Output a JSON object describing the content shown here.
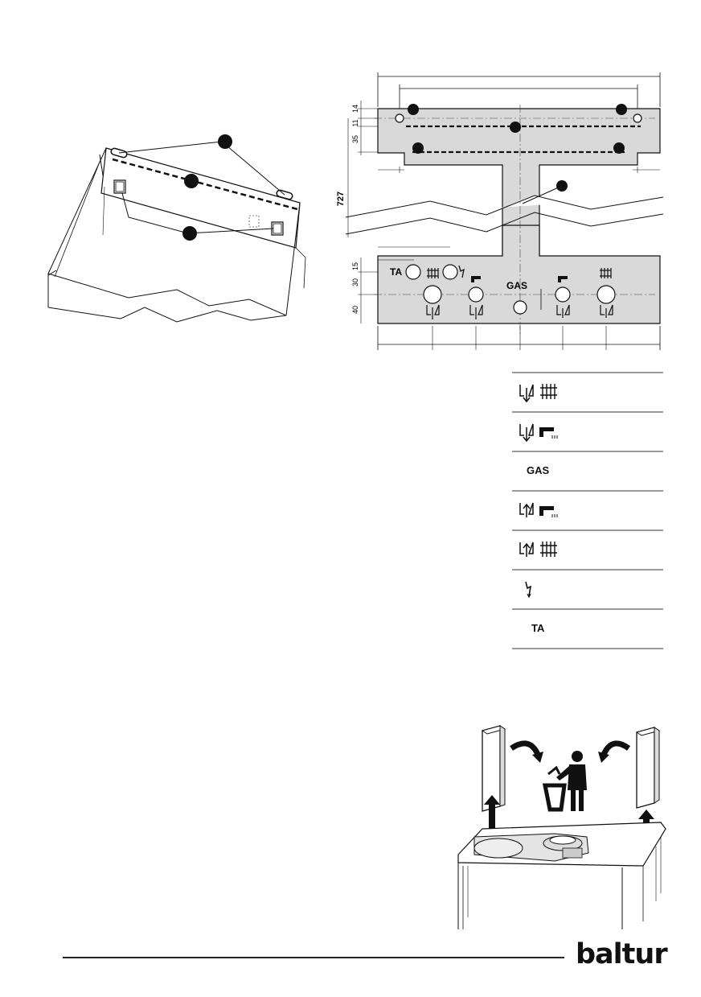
{
  "plate": {
    "dim_14": "14",
    "dim_11": "11",
    "dim_35": "35",
    "dim_727": "727",
    "dim_30": "30",
    "dim_15": "15",
    "dim_40": "40",
    "label_ta": "TA",
    "label_gas": "GAS"
  },
  "legend": {
    "rows": [
      {
        "icon": "heating-outlet",
        "text": ""
      },
      {
        "icon": "dhw-outlet",
        "text": ""
      },
      {
        "icon": "gas",
        "text": "GAS"
      },
      {
        "icon": "dhw-inlet",
        "text": ""
      },
      {
        "icon": "heating-return",
        "text": ""
      },
      {
        "icon": "electrical",
        "text": ""
      },
      {
        "icon": "room-thermostat",
        "text": "TA"
      }
    ]
  },
  "colors": {
    "plate_fill": "#d9d9d9",
    "line": "#111111",
    "rule": "#9a9a9a"
  },
  "footer": {
    "brand": "baltur"
  }
}
